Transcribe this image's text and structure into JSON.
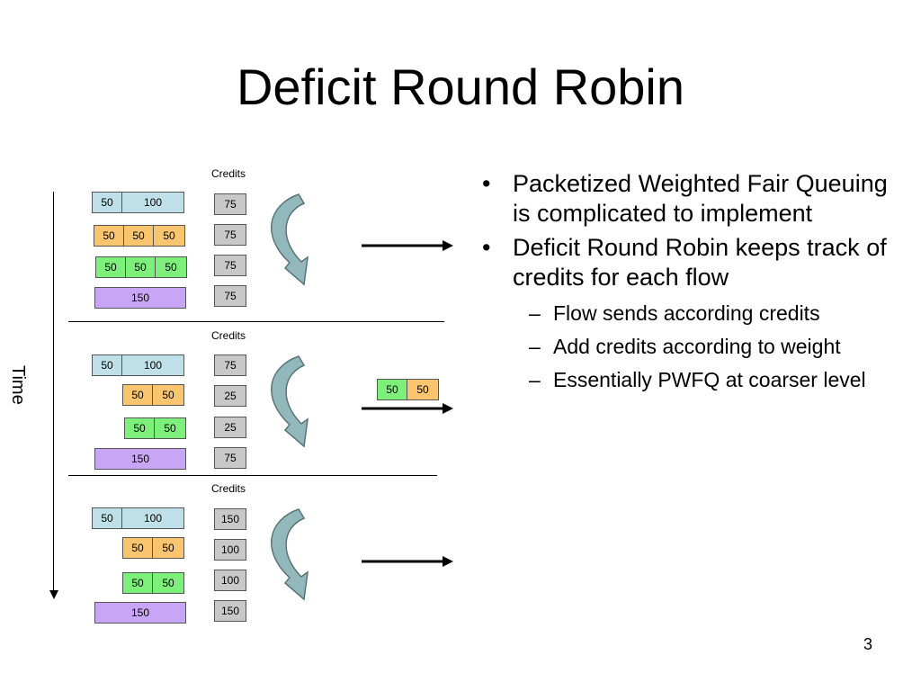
{
  "title": "Deficit Round Robin",
  "time_label": "Time",
  "slide_number": "3",
  "colors": {
    "blue": "#bfe0e8",
    "orange": "#f9c56e",
    "green": "#7cf07a",
    "purple": "#c9a6f5",
    "credit": "#c8c8c8",
    "curve_arrow": "#9fc7c9"
  },
  "snapshots": [
    {
      "credits_label": "Credits",
      "queues": [
        {
          "color": "blue",
          "packets": [
            "50",
            "100"
          ]
        },
        {
          "color": "orange",
          "packets": [
            "50",
            "50",
            "50"
          ]
        },
        {
          "color": "green",
          "packets": [
            "50",
            "50",
            "50"
          ]
        },
        {
          "color": "purple",
          "packets": [
            "150"
          ]
        }
      ],
      "credits": [
        "75",
        "75",
        "75",
        "75"
      ]
    },
    {
      "credits_label": "Credits",
      "queues": [
        {
          "color": "blue",
          "packets": [
            "50",
            "100"
          ]
        },
        {
          "color": "orange",
          "packets": [
            "50",
            "50"
          ]
        },
        {
          "color": "green",
          "packets": [
            "50",
            "50"
          ]
        },
        {
          "color": "purple",
          "packets": [
            "150"
          ]
        }
      ],
      "credits": [
        "75",
        "25",
        "25",
        "75"
      ],
      "sent": {
        "color": "green",
        "packets": [
          "50"
        ],
        "extra_color": "orange",
        "extra_packets": [
          "50"
        ]
      }
    },
    {
      "credits_label": "Credits",
      "queues": [
        {
          "color": "blue",
          "packets": [
            "50",
            "100"
          ]
        },
        {
          "color": "orange",
          "packets": [
            "50",
            "50"
          ]
        },
        {
          "color": "green",
          "packets": [
            "50",
            "50"
          ]
        },
        {
          "color": "purple",
          "packets": [
            "150"
          ]
        }
      ],
      "credits": [
        "150",
        "100",
        "100",
        "150"
      ]
    }
  ],
  "bullets": [
    {
      "text": "Packetized Weighted Fair Queuing is complicated to implement",
      "sub": []
    },
    {
      "text": "Deficit Round Robin keeps track of credits for each flow",
      "sub": [
        "Flow sends according credits",
        "Add credits according to weight",
        "Essentially PWFQ at coarser level"
      ]
    }
  ]
}
